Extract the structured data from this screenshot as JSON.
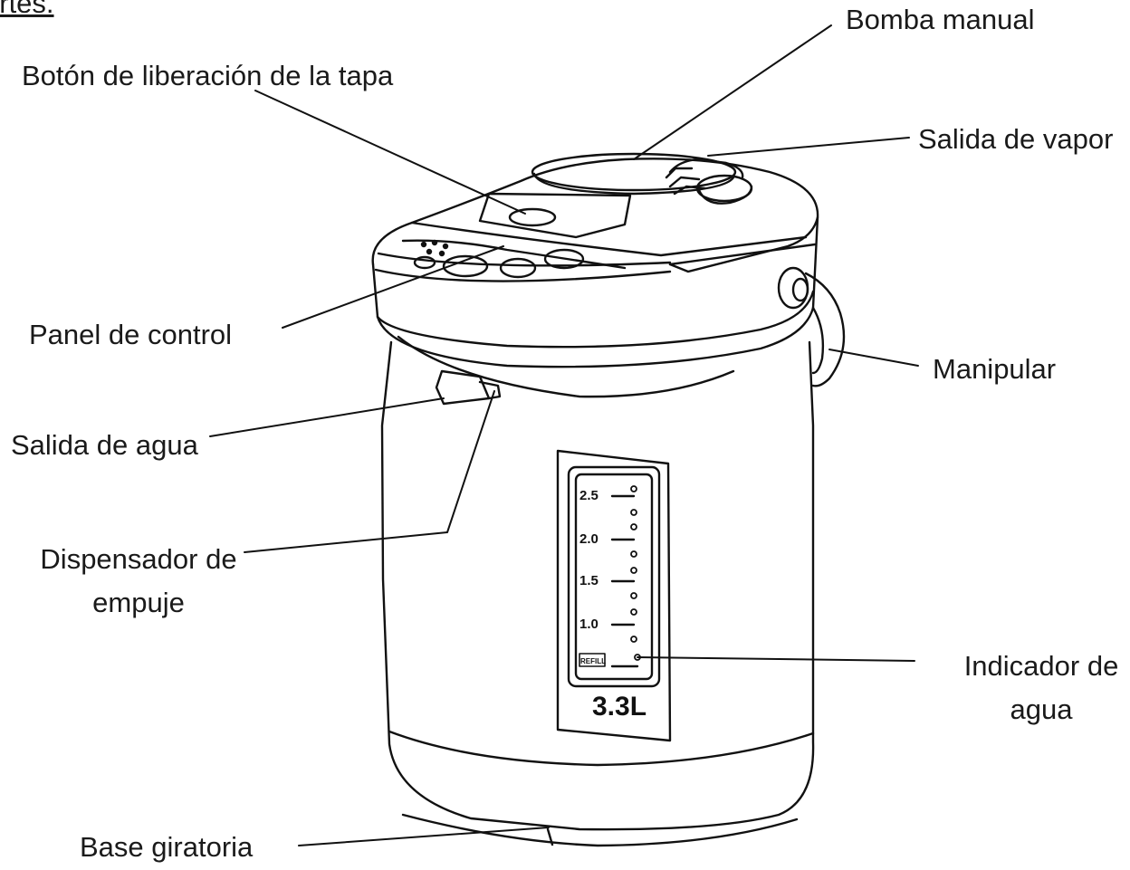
{
  "header": {
    "title": "artes."
  },
  "labels": {
    "bomba_manual": "Bomba manual",
    "boton_tapa": "Botón de liberación de la tapa",
    "salida_vapor": "Salida de vapor",
    "panel_control": "Panel de control",
    "manipular": "Manipular",
    "salida_agua": "Salida de agua",
    "dispensador_line1": "Dispensador de",
    "dispensador_line2": "empuje",
    "indicador_line1": "Indicador de",
    "indicador_line2": "agua",
    "base_giratoria": "Base giratoria"
  },
  "window_marks": {
    "capacity": "3.3L",
    "scale": [
      "2.5",
      "2.0",
      "1.5",
      "1.0"
    ],
    "refill": "REFILL"
  }
}
